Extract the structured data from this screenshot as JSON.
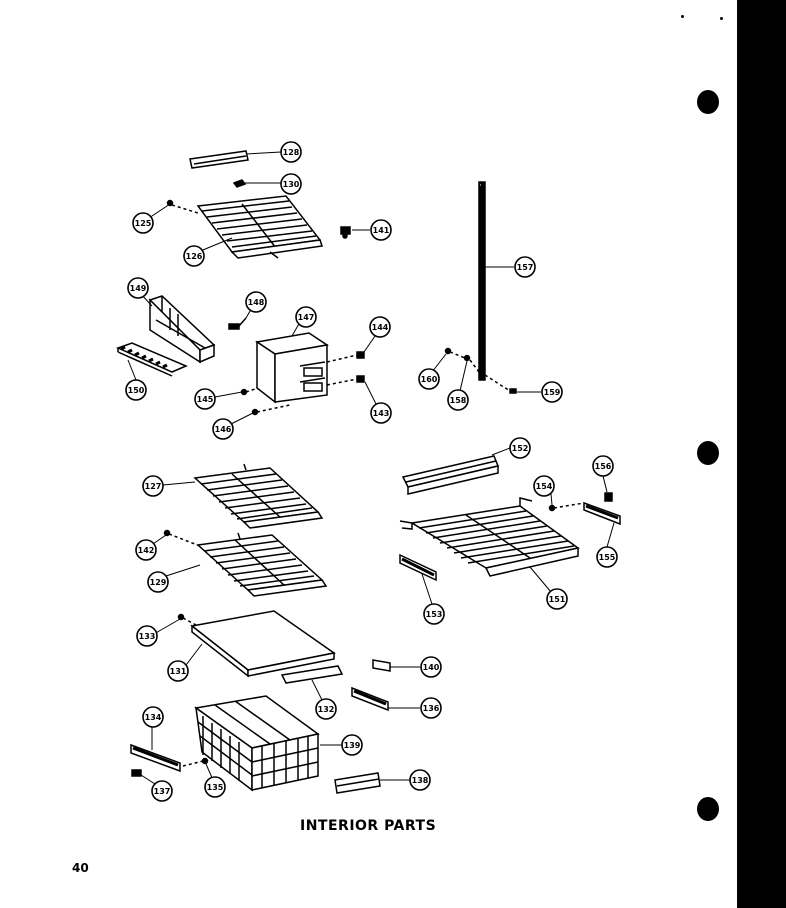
{
  "title": "INTERIOR PARTS",
  "page_number": "40",
  "callouts": [
    "128",
    "130",
    "125",
    "126",
    "141",
    "157",
    "149",
    "148",
    "147",
    "144",
    "150",
    "145",
    "143",
    "146",
    "160",
    "158",
    "159",
    "152",
    "156",
    "154",
    "127",
    "155",
    "142",
    "129",
    "151",
    "153",
    "133",
    "131",
    "140",
    "132",
    "136",
    "134",
    "139",
    "137",
    "135",
    "138"
  ],
  "colors": {
    "ink": "#000000",
    "paper": "#ffffff"
  }
}
